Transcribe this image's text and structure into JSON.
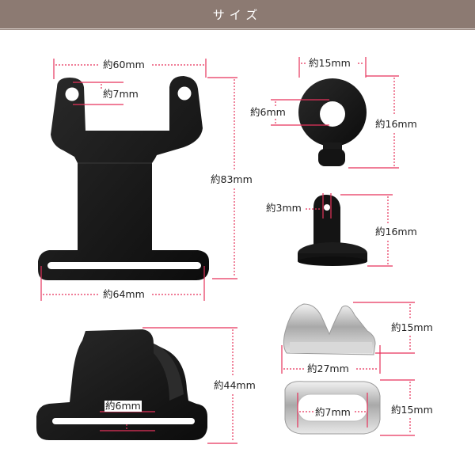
{
  "header": {
    "title": "サイズ"
  },
  "colors": {
    "header_bg": "#8c7a72",
    "dim_line": "#e6325b",
    "part_black": "#141414",
    "part_silver": "#c8c8c8"
  },
  "parts": {
    "bracket_large": {
      "width": "約60mm",
      "hole": "約7mm",
      "height": "約83mm",
      "bottom_width": "約64mm"
    },
    "ring_front": {
      "width": "約15mm",
      "hole": "約6mm",
      "height": "約16mm"
    },
    "ring_side": {
      "thickness": "約3mm",
      "height": "約16mm"
    },
    "clip_bracket": {
      "height": "約44mm",
      "slot": "約6mm"
    },
    "silver_clip": {
      "top_height": "約15mm",
      "width": "約27mm",
      "hole": "約7mm",
      "bottom_height": "約15mm"
    }
  }
}
